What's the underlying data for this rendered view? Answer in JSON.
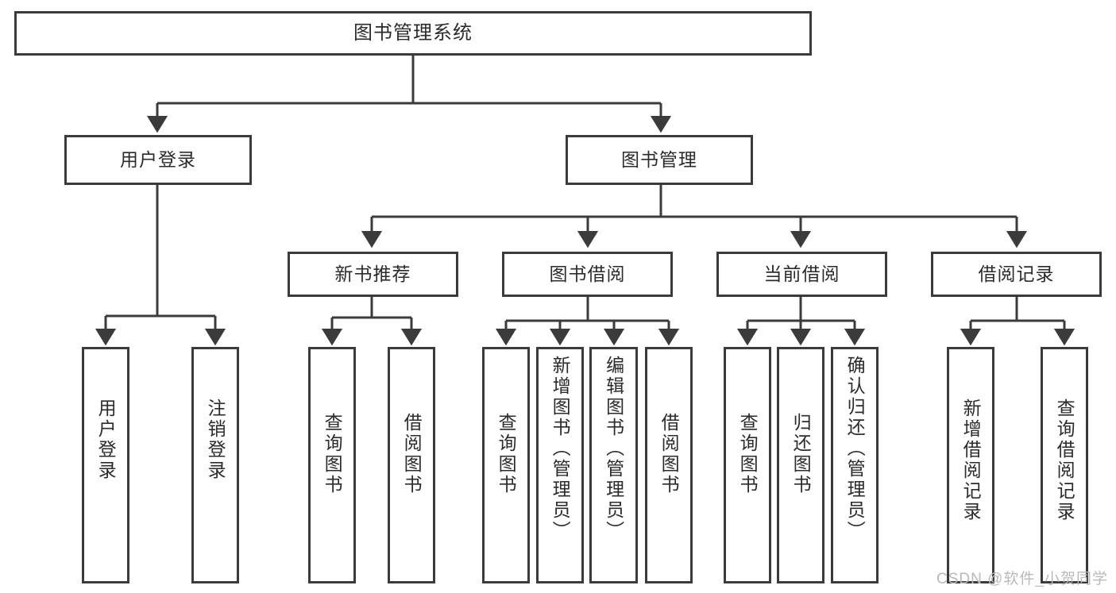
{
  "diagram": {
    "title": "图书管理系统",
    "type": "tree",
    "root": {
      "label": "图书管理系统"
    },
    "level2": [
      {
        "label": "用户登录"
      },
      {
        "label": "图书管理"
      }
    ],
    "level3": [
      {
        "label": "新书推荐"
      },
      {
        "label": "图书借阅"
      },
      {
        "label": "当前借阅"
      },
      {
        "label": "借阅记录"
      }
    ],
    "leaves": {
      "user_login": [
        {
          "label": "用户登录"
        },
        {
          "label": "注销登录"
        }
      ],
      "new_book_recommend": [
        {
          "label": "查询图书"
        },
        {
          "label": "借阅图书"
        }
      ],
      "book_borrow": [
        {
          "label": "查询图书"
        },
        {
          "label": "新增图书（管理员）"
        },
        {
          "label": "编辑图书（管理员）"
        },
        {
          "label": "借阅图书"
        }
      ],
      "current_borrow": [
        {
          "label": "查询图书"
        },
        {
          "label": "归还图书"
        },
        {
          "label": "确认归还（管理员）"
        }
      ],
      "borrow_record": [
        {
          "label": "新增借阅记录"
        },
        {
          "label": "查询借阅记录"
        }
      ]
    }
  },
  "watermark": {
    "text": "CSDN @软件_小贺同学"
  },
  "colors": {
    "box_border": "#3b3b3b",
    "box_fill": "#ffffff",
    "text": "#2b2b2b",
    "edge": "#3b3b3b",
    "watermark": "#b9b9b9"
  }
}
